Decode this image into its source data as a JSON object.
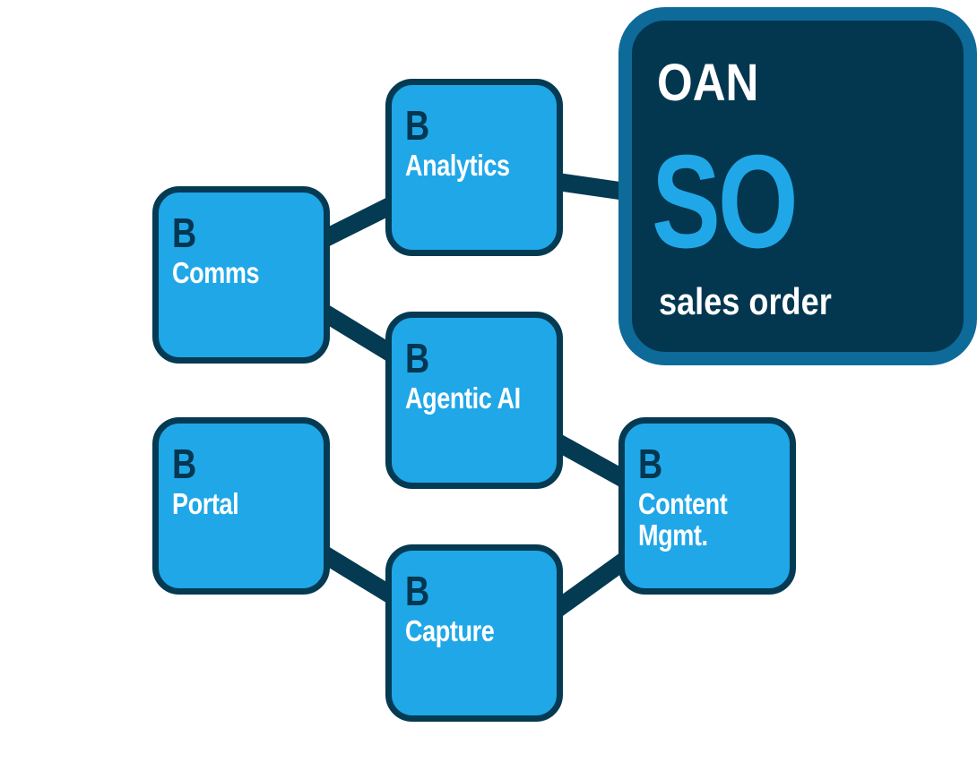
{
  "diagram": {
    "colors": {
      "node_fill": "#20a7e8",
      "node_border": "#043a52",
      "node_letter": "#033751",
      "node_label": "#ffffff",
      "connector": "#043a52",
      "tile_fill": "#02374f",
      "tile_border": "#0e6a99",
      "tile_code": "#20a7e8",
      "tile_text": "#ffffff"
    },
    "tile": {
      "abbreviation": "OAN",
      "code": "SO",
      "name": "sales order"
    },
    "nodes": [
      {
        "id": "comms",
        "letter": "B",
        "label": "Comms"
      },
      {
        "id": "analytics",
        "letter": "B",
        "label": "Analytics"
      },
      {
        "id": "agentic",
        "letter": "B",
        "label": "Agentic AI"
      },
      {
        "id": "portal",
        "letter": "B",
        "label": "Portal"
      },
      {
        "id": "capture",
        "letter": "B",
        "label": "Capture"
      },
      {
        "id": "content",
        "letter": "B",
        "label": "Content",
        "label_line2": "Mgmt."
      }
    ],
    "edges": [
      {
        "from": "comms",
        "to": "analytics"
      },
      {
        "from": "comms",
        "to": "agentic"
      },
      {
        "from": "analytics",
        "to": "tile"
      },
      {
        "from": "agentic",
        "to": "content"
      },
      {
        "from": "portal",
        "to": "capture"
      },
      {
        "from": "capture",
        "to": "content"
      }
    ]
  }
}
